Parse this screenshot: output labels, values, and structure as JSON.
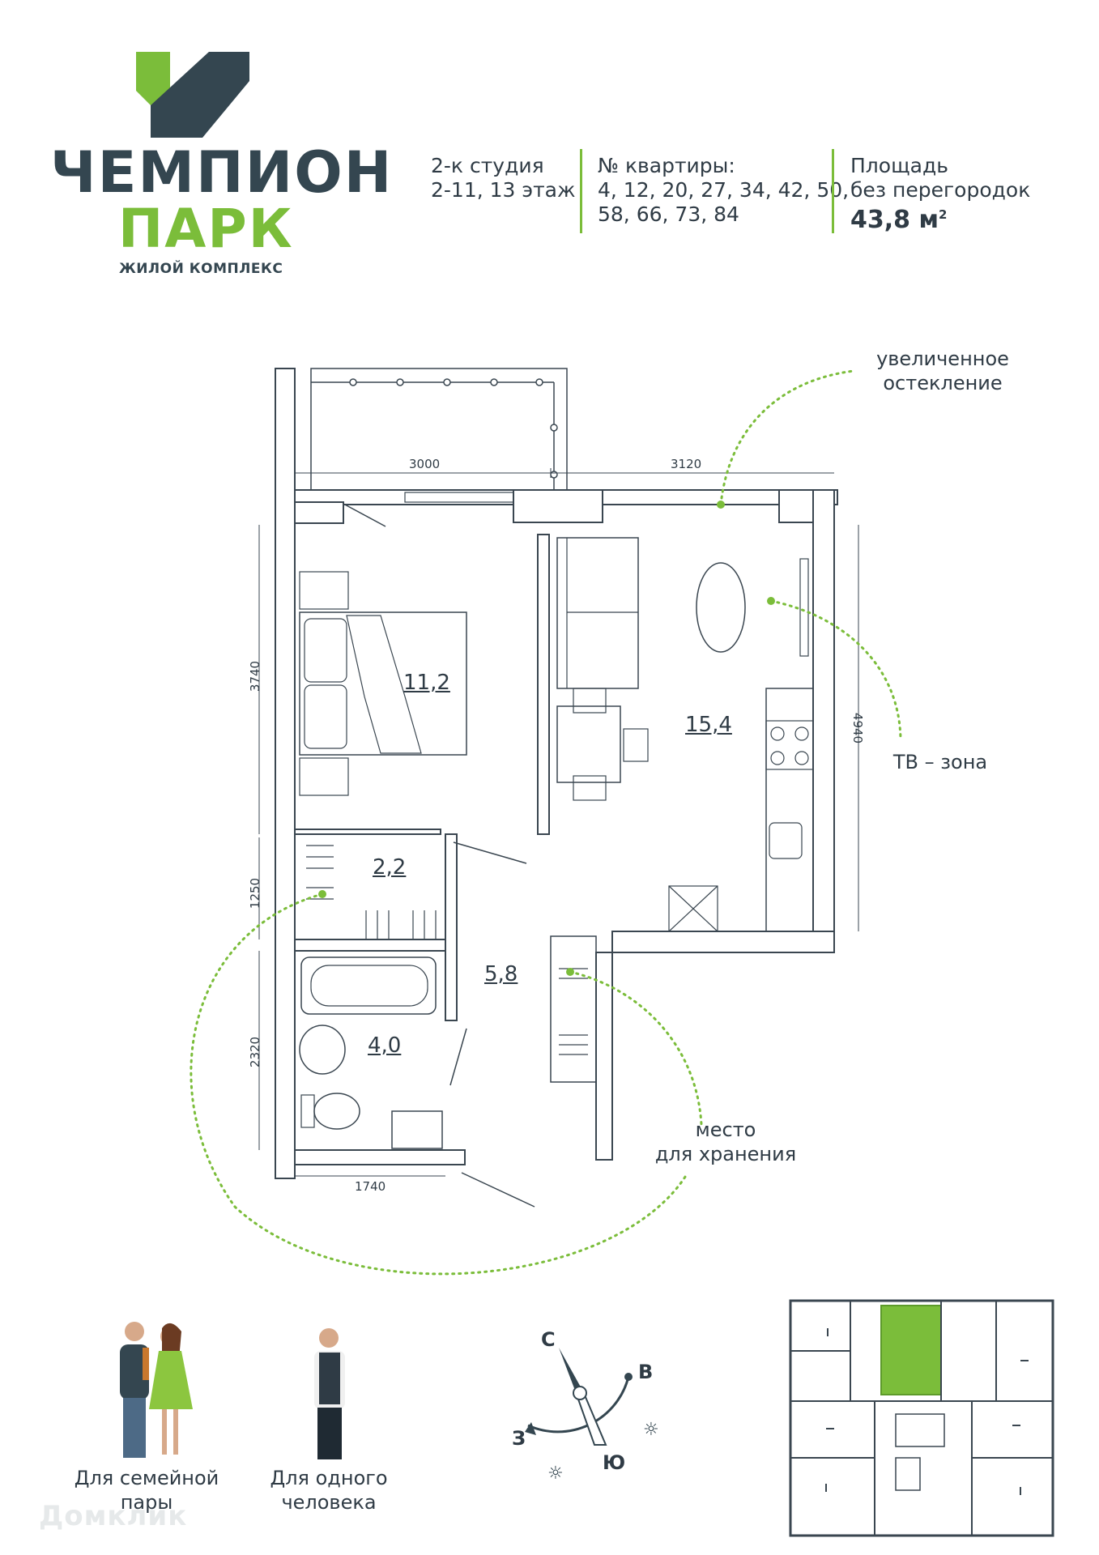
{
  "logo": {
    "line1": "ЧЕМПИОН",
    "line2": "ПАРК",
    "subtitle": "ЖИЛОЙ КОМПЛЕКС",
    "colors": {
      "dark": "#344650",
      "green": "#7bbd3a"
    }
  },
  "info": {
    "type_line1": "2-к студия",
    "type_line2": "2-11, 13 этаж",
    "apt_label": "№ квартиры:",
    "apt_numbers_line1": "4, 12, 20, 27, 34, 42, 50,",
    "apt_numbers_line2": "58, 66, 73, 84",
    "area_label_line1": "Площадь",
    "area_label_line2": "без перегородок",
    "area_value": "43,8 м",
    "area_unit_sup": "2"
  },
  "plan": {
    "rooms": {
      "bedroom": "11,2",
      "living": "15,4",
      "storage": "2,2",
      "hall": "5,8",
      "bath": "4,0"
    },
    "dimensions": {
      "top_left": "3000",
      "top_right": "3120",
      "left_bedroom": "3740",
      "left_storage": "1250",
      "left_bath": "2320",
      "bottom_bath": "1740",
      "right_living": "4940"
    },
    "callouts": {
      "glazing_line1": "увеличенное",
      "glazing_line2": "остекление",
      "tv_zone": "ТВ – зона",
      "storage_line1": "место",
      "storage_line2": "для хранения"
    }
  },
  "audience": {
    "family_line1": "Для семейной",
    "family_line2": "пары",
    "single_line1": "Для одного",
    "single_line2": "человека"
  },
  "compass": {
    "north": "С",
    "east": "В",
    "west": "З",
    "south": "Ю"
  },
  "watermark": "Домклик",
  "colors": {
    "accent": "#7bbd3a",
    "text": "#2f3b45",
    "wall": "#3a4650"
  }
}
